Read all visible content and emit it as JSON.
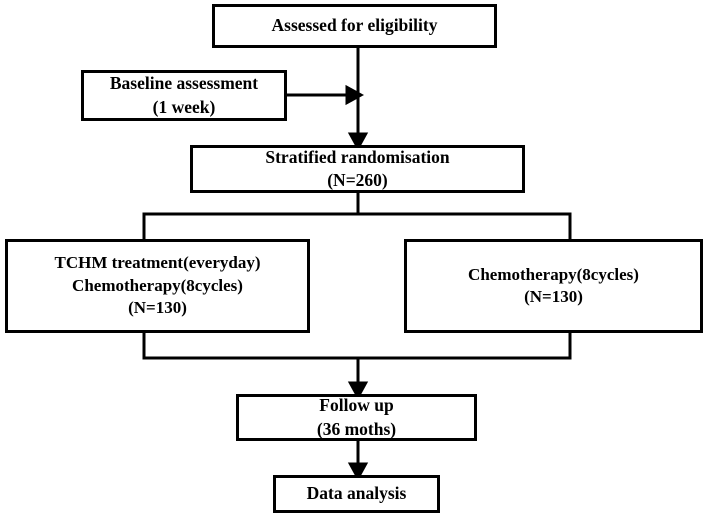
{
  "diagram": {
    "title": "Clinical trial flow diagram",
    "type": "flowchart",
    "background_color": "#ffffff",
    "line_color": "#000000",
    "text_color": "#000000"
  },
  "nodes": {
    "eligibility": {
      "name": "assessed-for-eligibility",
      "lines": [
        "Assessed for eligibility"
      ],
      "line1": "Assessed for eligibility"
    },
    "baseline": {
      "name": "baseline-assessment",
      "lines": [
        "Baseline assessment",
        "(1 week)"
      ],
      "line1": "Baseline assessment",
      "line2": "(1 week)"
    },
    "randomisation": {
      "name": "stratified-randomisation",
      "lines": [
        "Stratified randomisation",
        "(N=260)"
      ],
      "line1": "Stratified randomisation",
      "line2": "(N=260)",
      "total_n": 260
    },
    "arm_tchm": {
      "name": "tchm-plus-chemotherapy-arm",
      "lines": [
        "TCHM treatment(everyday)",
        "Chemotherapy(8cycles)",
        "(N=130)"
      ],
      "line1": "TCHM treatment(everyday)",
      "line2": "Chemotherapy(8cycles)",
      "line3": "(N=130)",
      "n": 130
    },
    "arm_chemo": {
      "name": "chemotherapy-only-arm",
      "lines": [
        "Chemotherapy(8cycles)",
        "(N=130)"
      ],
      "line1": "Chemotherapy(8cycles)",
      "line2": "(N=130)",
      "n": 130
    },
    "followup": {
      "name": "follow-up",
      "lines": [
        "Follow up",
        "(36 moths)"
      ],
      "line1": "Follow up",
      "line2": "(36 moths)"
    },
    "data_analysis": {
      "name": "data-analysis",
      "lines": [
        "Data analysis"
      ],
      "line1": "Data analysis"
    }
  },
  "connectors": [
    {
      "name": "eligibility-to-randomisation",
      "from": "eligibility",
      "to": "randomisation",
      "arrow": true,
      "direction": "down"
    },
    {
      "name": "baseline-to-spine",
      "from": "baseline",
      "to": "eligibility-randomisation-spine",
      "arrow": true,
      "direction": "right"
    },
    {
      "name": "randomisation-split",
      "from": "randomisation",
      "to": [
        "arm_tchm",
        "arm_chemo"
      ],
      "arrow": false,
      "direction": "down-split"
    },
    {
      "name": "arms-merge-to-followup",
      "from": [
        "arm_tchm",
        "arm_chemo"
      ],
      "to": "followup",
      "arrow": true,
      "direction": "down-merge"
    },
    {
      "name": "followup-to-data-analysis",
      "from": "followup",
      "to": "data_analysis",
      "arrow": true,
      "direction": "down"
    }
  ]
}
